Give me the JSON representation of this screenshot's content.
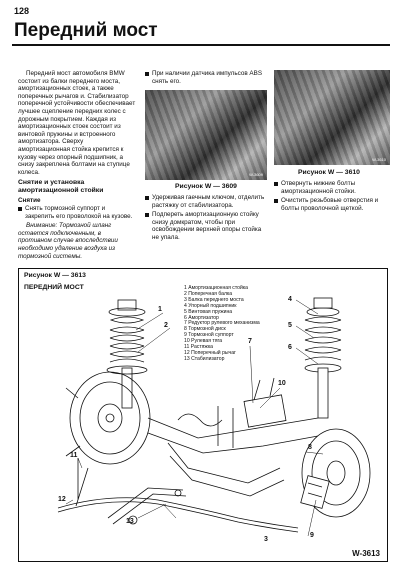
{
  "header": {
    "page_number": "128",
    "title": "Передний мост"
  },
  "col1": {
    "intro": "Передний мост автомобиля BMW состоит из балки переднего моста, амортизационных стоек, а также поперечных рычагов и. Стабилизатор поперечной устойчивости обеспечивает лучшее сцепление передних колес с дорожным покрытием. Каждая из амортизационных стоек состоит из винтовой пружины и встроенного амортизатора. Сверху амортизационная стойка крепится к кузову через опорный подшипник, а снизу закреплена болтами на ступице колеса.",
    "heading": "Снятие и установка амортизационной стойки",
    "subheading": "Снятие",
    "bullet1": "Снять тормозной суппорт и закрепить его проволокой на кузове.",
    "note_label": "Внимание:",
    "note": "Тормозной шланг остается подключенным, в противном случае впоследствии необходимо удаление воздуха из тормозной системы."
  },
  "col2": {
    "bullet1": "При наличии датчика импульсов ABS снять его.",
    "photo_code": "W-3609",
    "caption": "Рисунок W — 3609",
    "bullet2": "Удерживая гаечным ключом, отделить растяжку от стабилизатора.",
    "bullet3": "Подпереть амортизационную стойку снизу домкратом, чтобы при освобождении верхней опоры стойка не упала."
  },
  "col3": {
    "photo_code": "W-3610",
    "caption": "Рисунок W — 3610",
    "bullet1": "Отвернуть нижние болты амортизационной стойки.",
    "bullet2": "Очистить резьбовые отверстия и болты проволочной щеткой."
  },
  "figure": {
    "caption": "Рисунок W — 3613",
    "subtitle": "ПЕРЕДНИЙ МОСТ",
    "code": "W-3613",
    "legend": [
      {
        "num": "1",
        "text": "Амортизационная стойка"
      },
      {
        "num": "2",
        "text": "Поперечная балка"
      },
      {
        "num": "3",
        "text": "Балка переднего моста"
      },
      {
        "num": "4",
        "text": "Упорный подшипник"
      },
      {
        "num": "5",
        "text": "Винтовая пружина"
      },
      {
        "num": "6",
        "text": "Амортизатор"
      },
      {
        "num": "7",
        "text": "Редуктор рулевого механизма"
      },
      {
        "num": "8",
        "text": "Тормозной диск"
      },
      {
        "num": "9",
        "text": "Тормозной суппорт"
      },
      {
        "num": "10",
        "text": "Рулевая тяга"
      },
      {
        "num": "11",
        "text": "Растяжка"
      },
      {
        "num": "12",
        "text": "Поперечный рычаг"
      },
      {
        "num": "13",
        "text": "Стабилизатор"
      }
    ],
    "callouts": [
      "1",
      "2",
      "3",
      "4",
      "5",
      "6",
      "7",
      "8",
      "9",
      "10",
      "11",
      "12",
      "13"
    ]
  }
}
